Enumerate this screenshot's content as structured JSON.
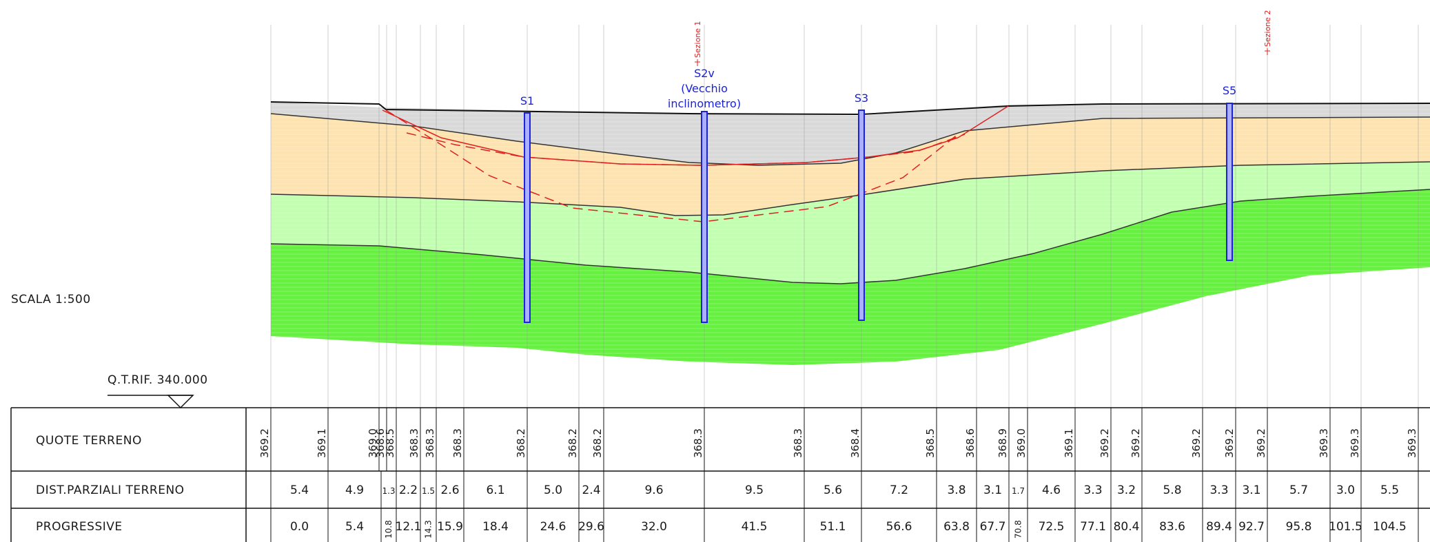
{
  "scale_label": "SCALA 1:500",
  "reference_label": "Q.T.RIF. 340.000",
  "table": {
    "row_labels": [
      "QUOTE TERRENO",
      "DIST.PARZIALI TERRENO",
      "PROGRESSIVE"
    ],
    "quote_terreno": [
      "369.2",
      "369.1",
      "369.0",
      "368.6",
      "368.5",
      "368.3",
      "368.3",
      "368.3",
      "368.2",
      "368.2",
      "368.2",
      "368.3",
      "368.3",
      "368.4",
      "368.5",
      "368.6",
      "368.9",
      "369.0",
      "369.1",
      "369.2",
      "369.2",
      "369.2",
      "369.2",
      "369.2",
      "369.3",
      "369.3",
      "369.3"
    ],
    "dist_parziali": [
      "5.4",
      "4.9",
      "1.3",
      "2.2",
      "1.5",
      "2.6",
      "6.1",
      "5.0",
      "2.4",
      "9.6",
      "9.5",
      "5.6",
      "7.2",
      "3.8",
      "3.1",
      "1.7",
      "4.6",
      "3.3",
      "3.2",
      "5.8",
      "3.3",
      "3.1",
      "5.7",
      "3.0",
      "5.5"
    ],
    "progressive": [
      "0.0",
      "5.4",
      "10.8",
      "12.1",
      "14.3",
      "15.9",
      "18.4",
      "24.6",
      "29.6",
      "32.0",
      "41.5",
      "51.1",
      "56.6",
      "63.8",
      "67.7",
      "70.8",
      "72.5",
      "77.1",
      "80.4",
      "83.6",
      "89.4",
      "92.7",
      "95.8",
      "101.5",
      "104.5"
    ]
  },
  "boreholes": [
    {
      "name": "S1",
      "lines": [
        "S1"
      ]
    },
    {
      "name": "S2v",
      "lines": [
        "S2v",
        "(Vecchio",
        "inclinometro)"
      ]
    },
    {
      "name": "S3",
      "lines": [
        "S3"
      ]
    },
    {
      "name": "S5",
      "lines": [
        "S5"
      ]
    }
  ],
  "sections": [
    "Sezione 1",
    "Sezione 2"
  ],
  "colors": {
    "layer_grey": "#d9d9d9",
    "layer_orange": "#fde3b0",
    "layer_lightgreen": "#c2ffb0",
    "layer_green": "#66f040",
    "borehole_fill": "#aab0ff",
    "borehole_stroke": "#1a22dd",
    "slip_line": "#e02020"
  }
}
